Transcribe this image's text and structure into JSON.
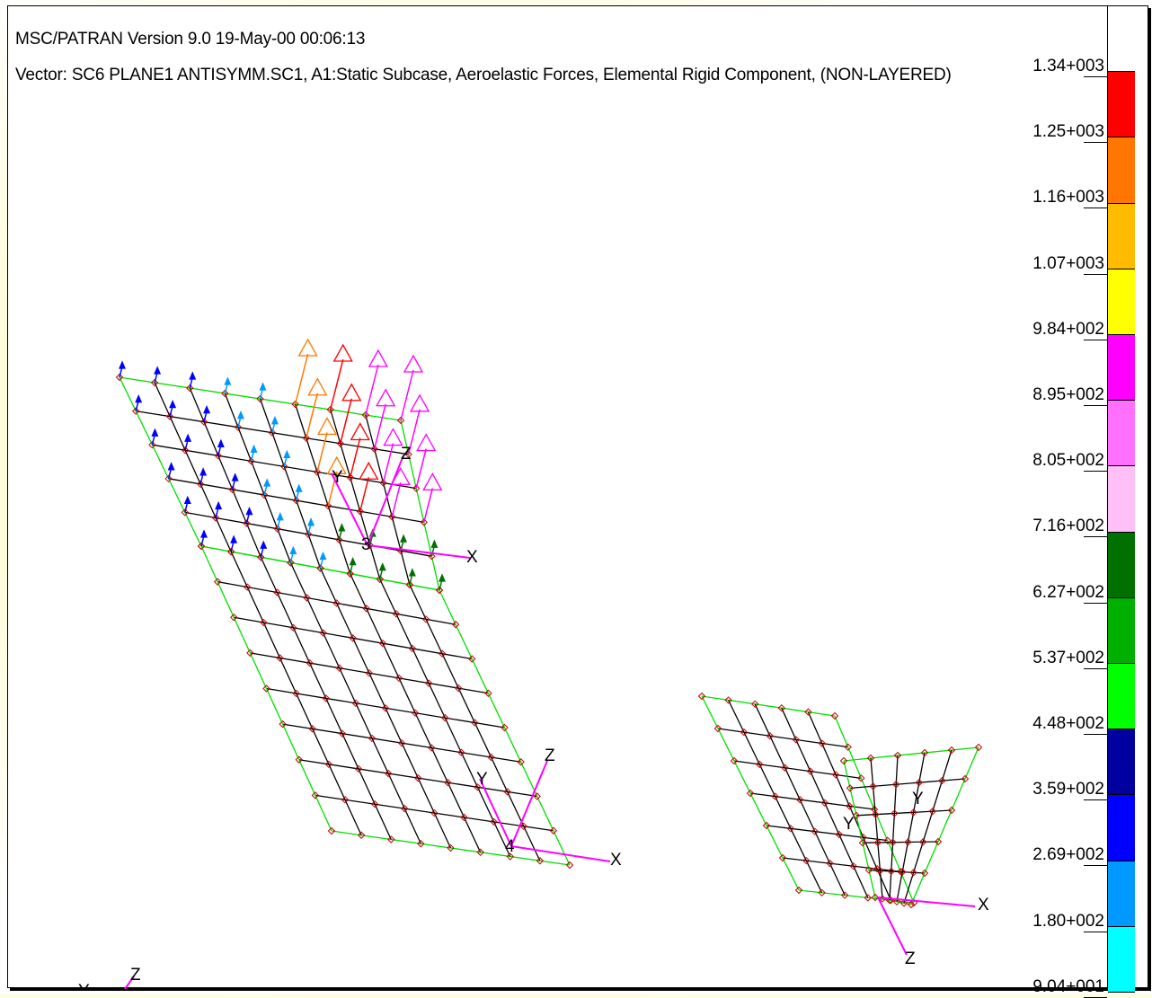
{
  "header": {
    "title": "MSC/PATRAN Version 9.0 19-May-00 00:06:13",
    "subtitle": "Vector: SC6 PLANE1  ANTISYMM.SC1, A1:Static Subcase, Aeroelastic Forces, Elemental Rigid Component, (NON-LAYERED)"
  },
  "legend": {
    "labels": [
      "1.34+003",
      "1.25+003",
      "1.16+003",
      "1.07+003",
      "9.84+002",
      "8.95+002",
      "8.05+002",
      "7.16+002",
      "6.27+002",
      "5.37+002",
      "4.48+002",
      "3.59+002",
      "2.69+002",
      "1.80+002",
      "9.04+001"
    ],
    "colors": [
      "#ffffff",
      "#ff0000",
      "#ff7700",
      "#ffbb00",
      "#ffff00",
      "#ff00ff",
      "#ff70ff",
      "#ffc0f8",
      "#007000",
      "#00b000",
      "#00ff00",
      "#0000a0",
      "#0000ff",
      "#0099ff",
      "#00ffff"
    ]
  },
  "axes": {
    "x": "X",
    "y": "Y",
    "z": "Z",
    "node_3": "3",
    "node_4": "4"
  },
  "colors": {
    "mesh_edge": "#00dd00",
    "mesh_line": "#000000",
    "node_marker": "#cc0000",
    "axis_line": "#ff00ff"
  }
}
